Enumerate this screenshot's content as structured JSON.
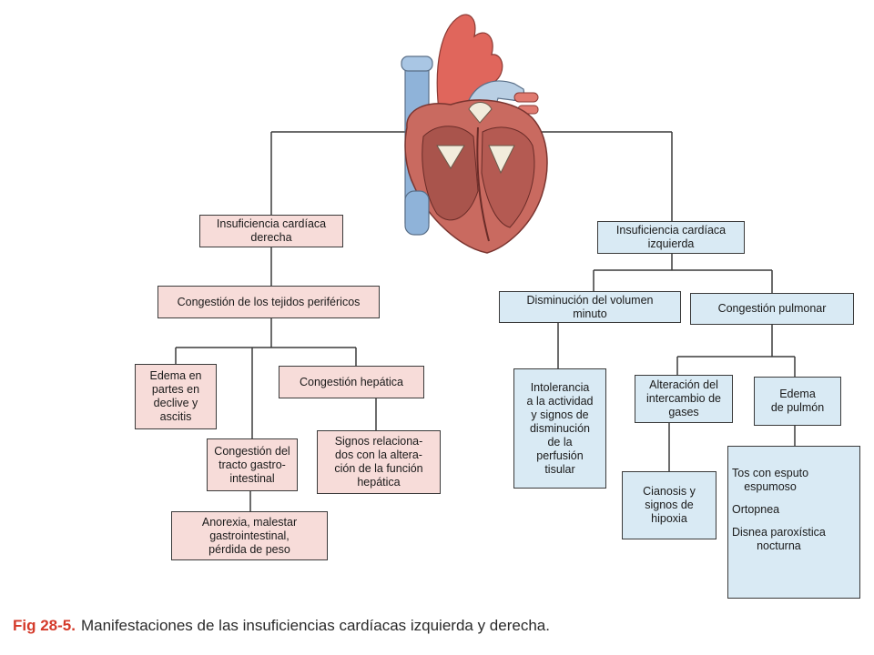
{
  "colors": {
    "right_branch_fill": "#f7dcd9",
    "left_branch_fill": "#d9eaf4",
    "line": "#3a3a3a",
    "caption_label": "#d43a2a"
  },
  "right": {
    "title": "Insuficiencia cardíaca\nderecha",
    "peripheral": "Congestión de los tejidos periféricos",
    "edema": "Edema en\npartes en\ndeclive y\nascitis",
    "hepatic": "Congestión hepática",
    "hepatic_signs": "Signos relaciona-\ndos con la altera-\nción de la función\nhepática",
    "gi": "Congestión del\ntracto gastro-\nintestinal",
    "gi_signs": "Anorexia, malestar\ngastrointestinal,\npérdida de peso"
  },
  "left": {
    "title": "Insuficiencia cardíaca\nizquierda",
    "low_output": "Disminución del volumen\nminuto",
    "intolerance": "Intolerancia\na la actividad\ny signos de\ndisminución\nde la\nperfusión\ntisular",
    "pulmonary": "Congestión pulmonar",
    "gas_exchange": "Alteración del\nintercambio de\ngases",
    "cyanosis": "Cianosis y\nsignos de\nhipoxia",
    "edema": "Edema\nde pulmón",
    "symptoms": [
      "Tos con esputo\nespumoso",
      "Ortopnea",
      "Disnea paroxística\nnocturna"
    ]
  },
  "heart_illustration": "heart-illustration",
  "caption": {
    "label": "Fig 28-5.",
    "text": "Manifestaciones de las insuficiencias cardíacas izquierda y derecha."
  }
}
